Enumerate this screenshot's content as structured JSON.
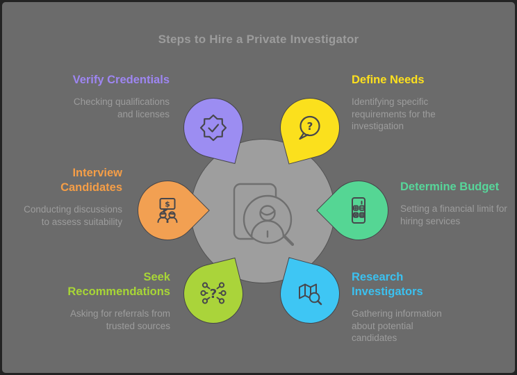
{
  "title": "Steps to Hire a Private Investigator",
  "colors": {
    "background": "#6b6b6b",
    "frame": "#232323",
    "center_circle": "#9e9e9e",
    "muted_text": "#9d9d9d"
  },
  "center": {
    "icon": "person-search-card-icon"
  },
  "steps": [
    {
      "id": "verify-credentials",
      "label": "Verify Credentials",
      "description": "Checking qualifications and licenses",
      "color": "#9c8df2",
      "icon": "badge-check-icon",
      "position": "top-left"
    },
    {
      "id": "define-needs",
      "label": "Define Needs",
      "description": "Identifying specific requirements for the investigation",
      "color": "#fbe01d",
      "icon": "chat-question-icon",
      "position": "top-right"
    },
    {
      "id": "interview-candidates",
      "label": "Interview Candidates",
      "description": "Conducting discussions to assess suitability",
      "color": "#f2a052",
      "icon": "money-talk-icon",
      "position": "middle-left"
    },
    {
      "id": "determine-budget",
      "label": "Determine Budget",
      "description": "Setting a financial limit for hiring services",
      "color": "#55d694",
      "icon": "calculator-icon",
      "position": "middle-right"
    },
    {
      "id": "seek-recommendations",
      "label": "Seek Recommendations",
      "description": "Asking for referrals from trusted sources",
      "color": "#aad43a",
      "icon": "network-question-icon",
      "position": "bottom-left"
    },
    {
      "id": "research-investigators",
      "label": "Research Investigators",
      "description": "Gathering information about potential candidates",
      "color": "#3ec6f4",
      "icon": "map-search-icon",
      "position": "bottom-right"
    }
  ]
}
